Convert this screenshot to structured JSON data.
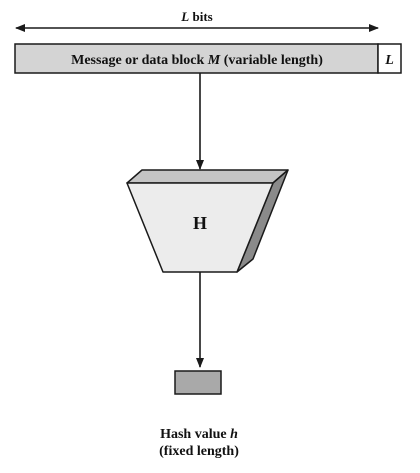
{
  "top_label": {
    "var": "L",
    "text": " bits"
  },
  "message_block": {
    "prefix": "Message or data block ",
    "var": "M",
    "suffix": " (variable length)"
  },
  "length_field": {
    "var": "L"
  },
  "hash_function": {
    "label": "H"
  },
  "output": {
    "line1_prefix": "Hash value ",
    "line1_var": "h",
    "line2": "(fixed length)"
  },
  "colors": {
    "block_fill": "#d4d4d4",
    "funnel_face": "#ececec",
    "funnel_top": "#c4c4c4",
    "funnel_side": "#8a8a8a",
    "output_fill": "#a9a9a9",
    "stroke": "#1a1a1a"
  }
}
